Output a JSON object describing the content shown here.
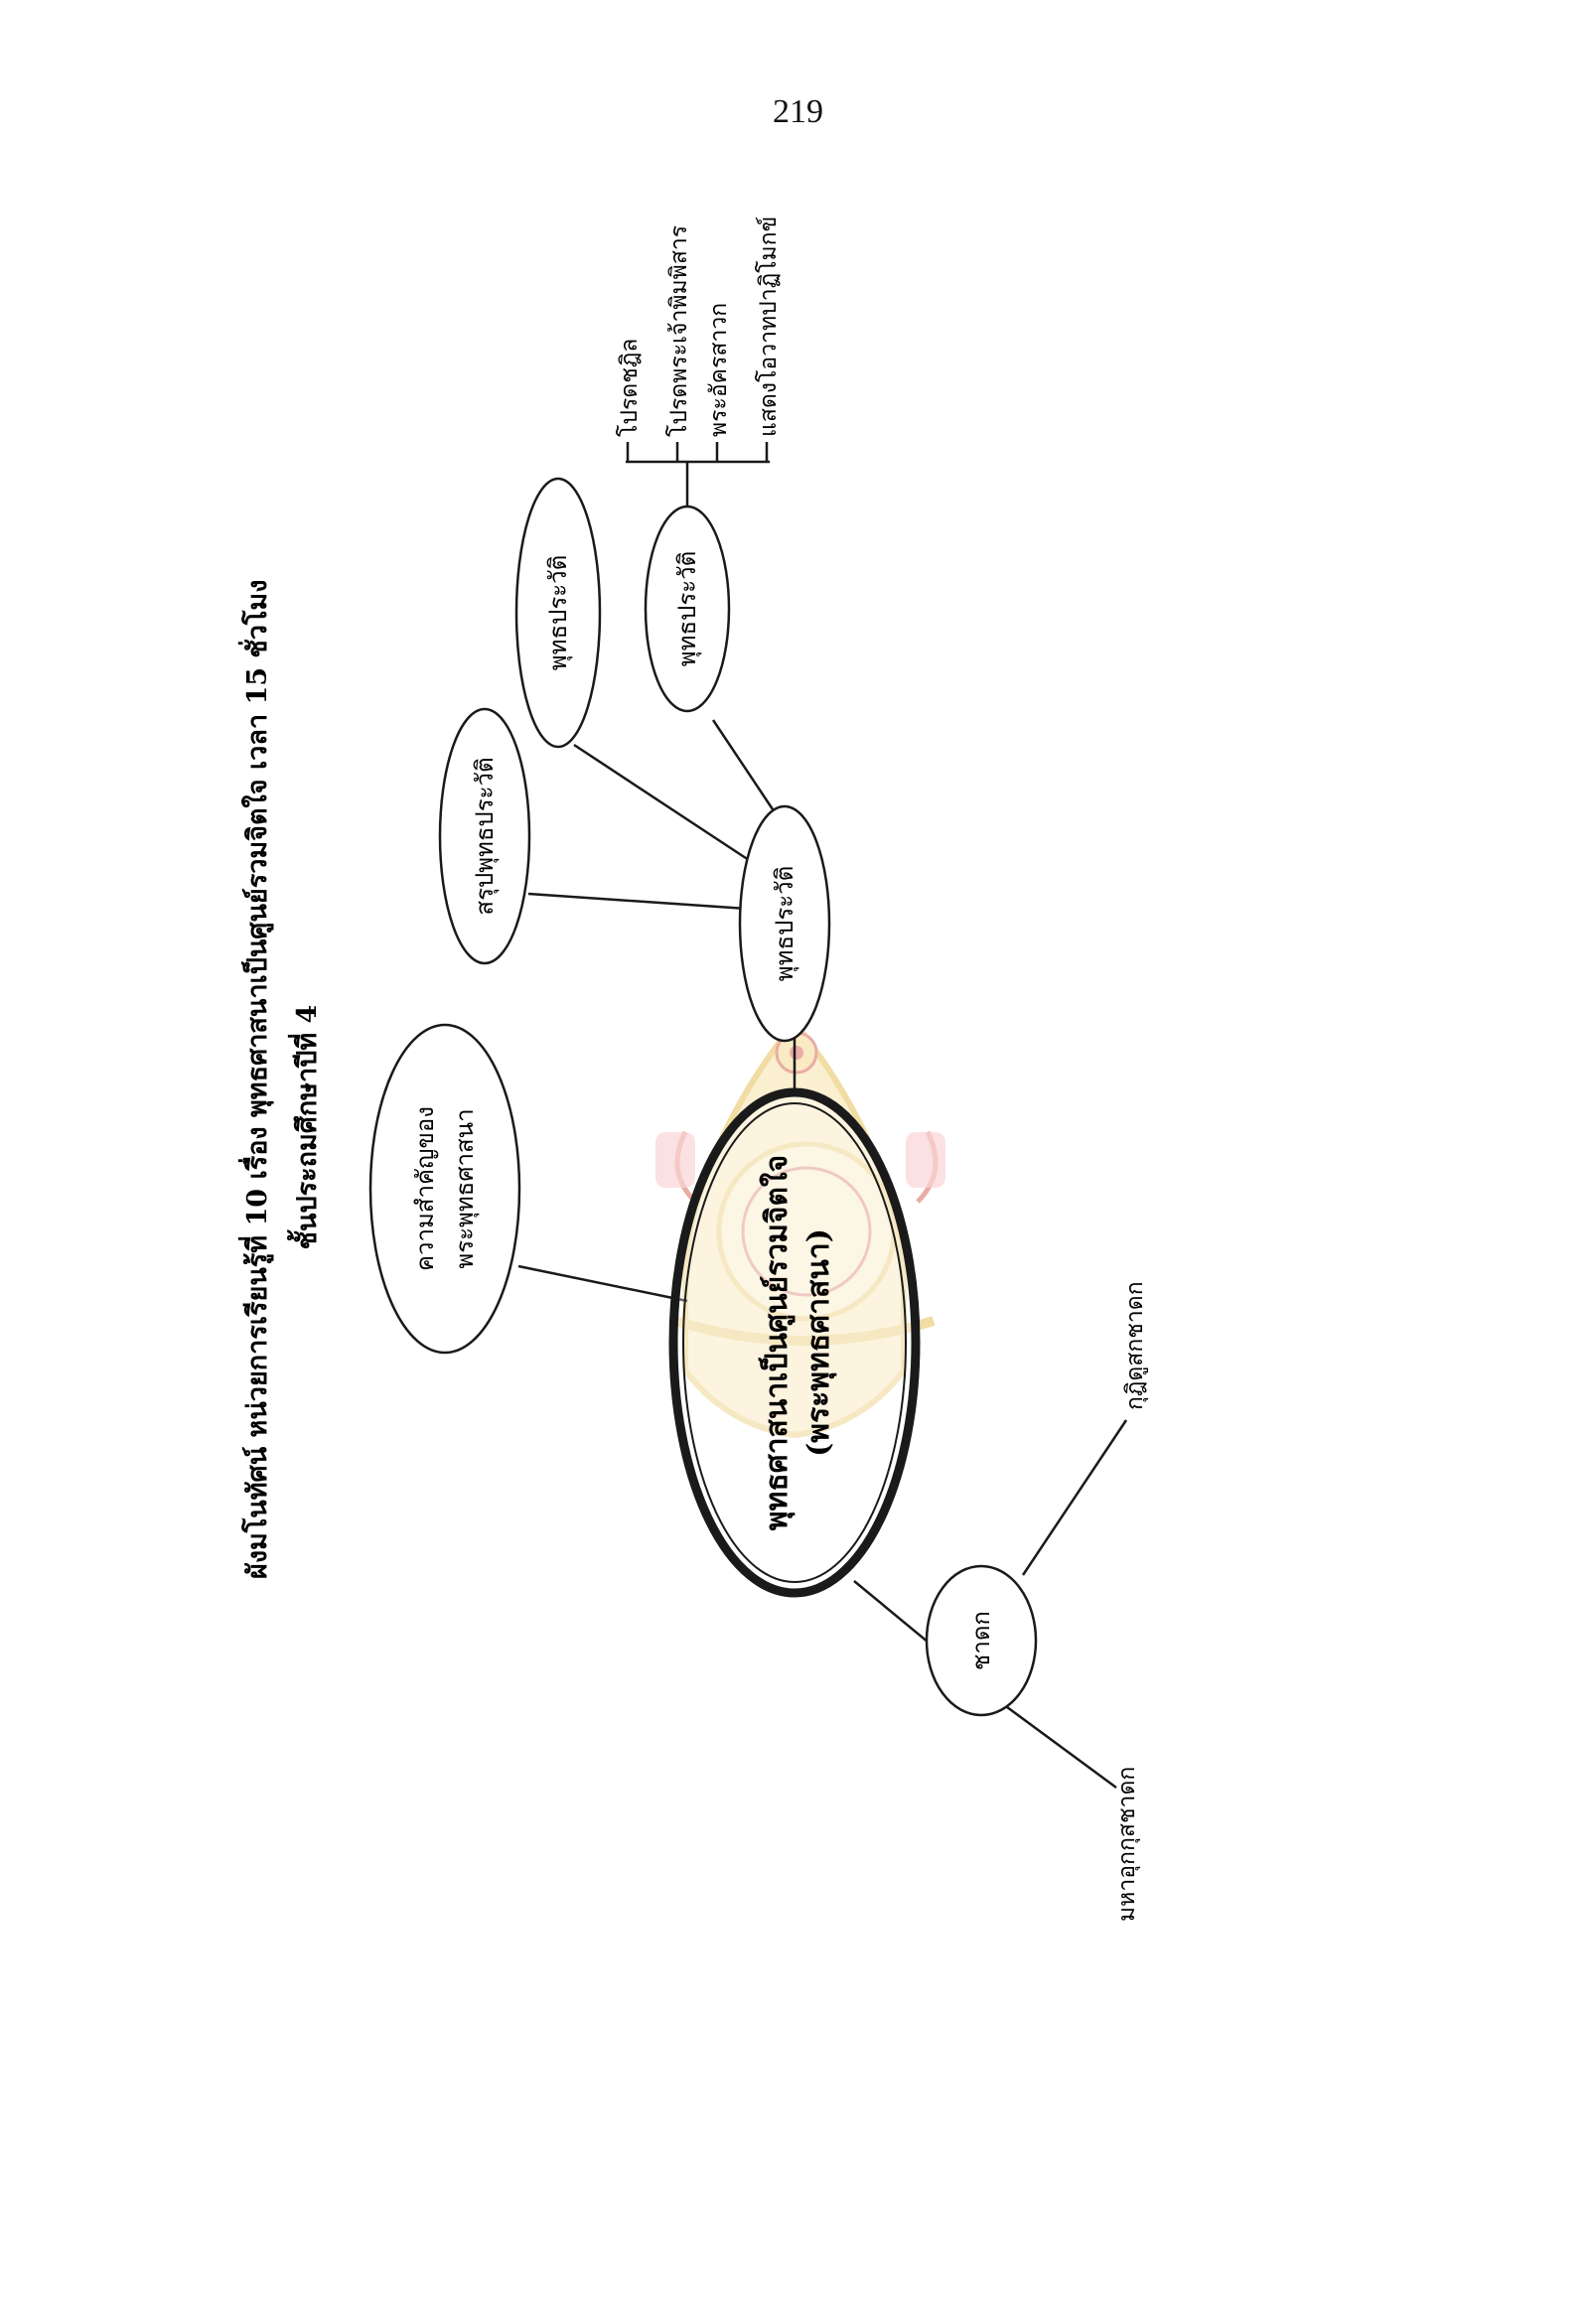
{
  "page_number": "219",
  "title": {
    "line1": "ผังมโนทัศน์ หน่วยการเรียนรู้ที่ 10 เรื่อง พุทธศาสนาเป็นศูนย์รวมจิตใจ  เวลา  15  ชั่วโมง",
    "line2": "ชั้นประถมศึกษาปีที่  4"
  },
  "diagram": {
    "central": {
      "line1": "พุทธศาสนาเป็นศูนย์รวมจิตใจ",
      "line2": "(พระพุทธศาสนา)"
    },
    "importance_node": {
      "line1": "ความสำคัญของ",
      "line2": "พระพุทธศาสนา"
    },
    "buddha_history_node": "พุทธประวัติ",
    "summary_node": "สรุปพุทธประวัติ",
    "history_node_a": "พุทธประวัติ",
    "history_node_b": "พุทธประวัติ",
    "history_b_items": [
      "โปรดชฎิล",
      "โปรดพระเจ้าพิมพิสาร",
      "พระอัครสาวก",
      "แสดงโอวาทปาฏิโมกข์"
    ],
    "jataka_node": "ชาดก",
    "jataka_items": [
      "กุฎิดูสกชาดก",
      "มหาอุกกุสชาดก"
    ]
  },
  "colors": {
    "line": "#1a1a1a",
    "seal_gold": "#e2b236",
    "seal_red": "#d24a3a"
  },
  "icons": {
    "watermark": "school-seal-watermark"
  }
}
